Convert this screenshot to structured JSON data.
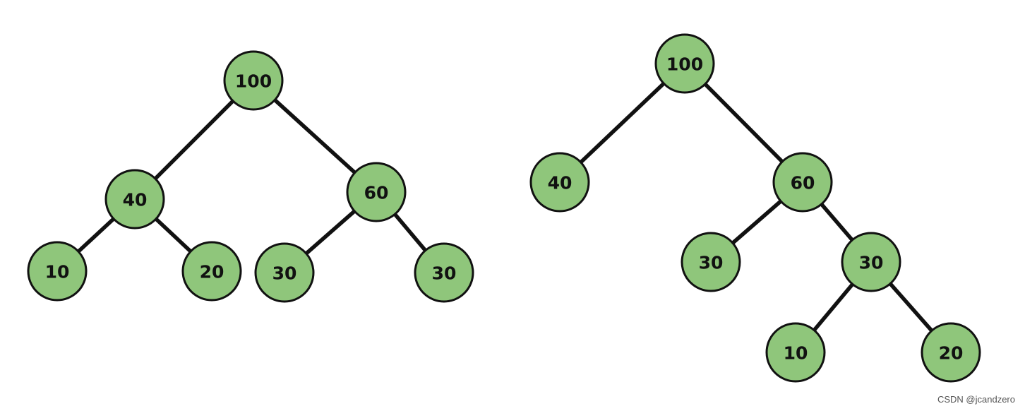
{
  "colors": {
    "node_fill": "#8fc67b",
    "node_stroke": "#111111",
    "edge": "#111111"
  },
  "trees": [
    {
      "name": "tree-left",
      "nodes": [
        {
          "id": "a",
          "label": "100"
        },
        {
          "id": "b",
          "label": "40"
        },
        {
          "id": "c",
          "label": "60"
        },
        {
          "id": "d",
          "label": "10"
        },
        {
          "id": "e",
          "label": "20"
        },
        {
          "id": "f",
          "label": "30"
        },
        {
          "id": "g",
          "label": "30"
        }
      ],
      "edges": [
        [
          "a",
          "b"
        ],
        [
          "a",
          "c"
        ],
        [
          "b",
          "d"
        ],
        [
          "b",
          "e"
        ],
        [
          "c",
          "f"
        ],
        [
          "c",
          "g"
        ]
      ]
    },
    {
      "name": "tree-right",
      "nodes": [
        {
          "id": "a",
          "label": "100"
        },
        {
          "id": "b",
          "label": "40"
        },
        {
          "id": "c",
          "label": "60"
        },
        {
          "id": "d",
          "label": "30"
        },
        {
          "id": "e",
          "label": "30"
        },
        {
          "id": "f",
          "label": "10"
        },
        {
          "id": "g",
          "label": "20"
        }
      ],
      "edges": [
        [
          "a",
          "b"
        ],
        [
          "a",
          "c"
        ],
        [
          "c",
          "d"
        ],
        [
          "c",
          "e"
        ],
        [
          "e",
          "f"
        ],
        [
          "e",
          "g"
        ]
      ]
    }
  ],
  "watermark": "CSDN @jcandzero"
}
